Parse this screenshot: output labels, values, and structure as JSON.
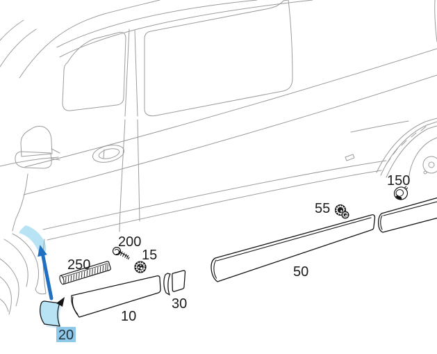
{
  "colors": {
    "highlight_fill": "#b7e3f5",
    "highlight_shadow": "#dbeffa",
    "arrow": "#1f70c1",
    "selected_label_bg": "#8fc8e8",
    "van_line": "#9b9b9b",
    "part_line": "#141414"
  },
  "callouts": {
    "c10": {
      "label": "10",
      "selected": false
    },
    "c15": {
      "label": "15",
      "selected": false
    },
    "c20": {
      "label": "20",
      "selected": true
    },
    "c30": {
      "label": "30",
      "selected": false
    },
    "c50": {
      "label": "50",
      "selected": false
    },
    "c55": {
      "label": "55",
      "selected": false
    },
    "c150": {
      "label": "150",
      "selected": false
    },
    "c200": {
      "label": "200",
      "selected": false
    },
    "c250": {
      "label": "250",
      "selected": false
    }
  }
}
